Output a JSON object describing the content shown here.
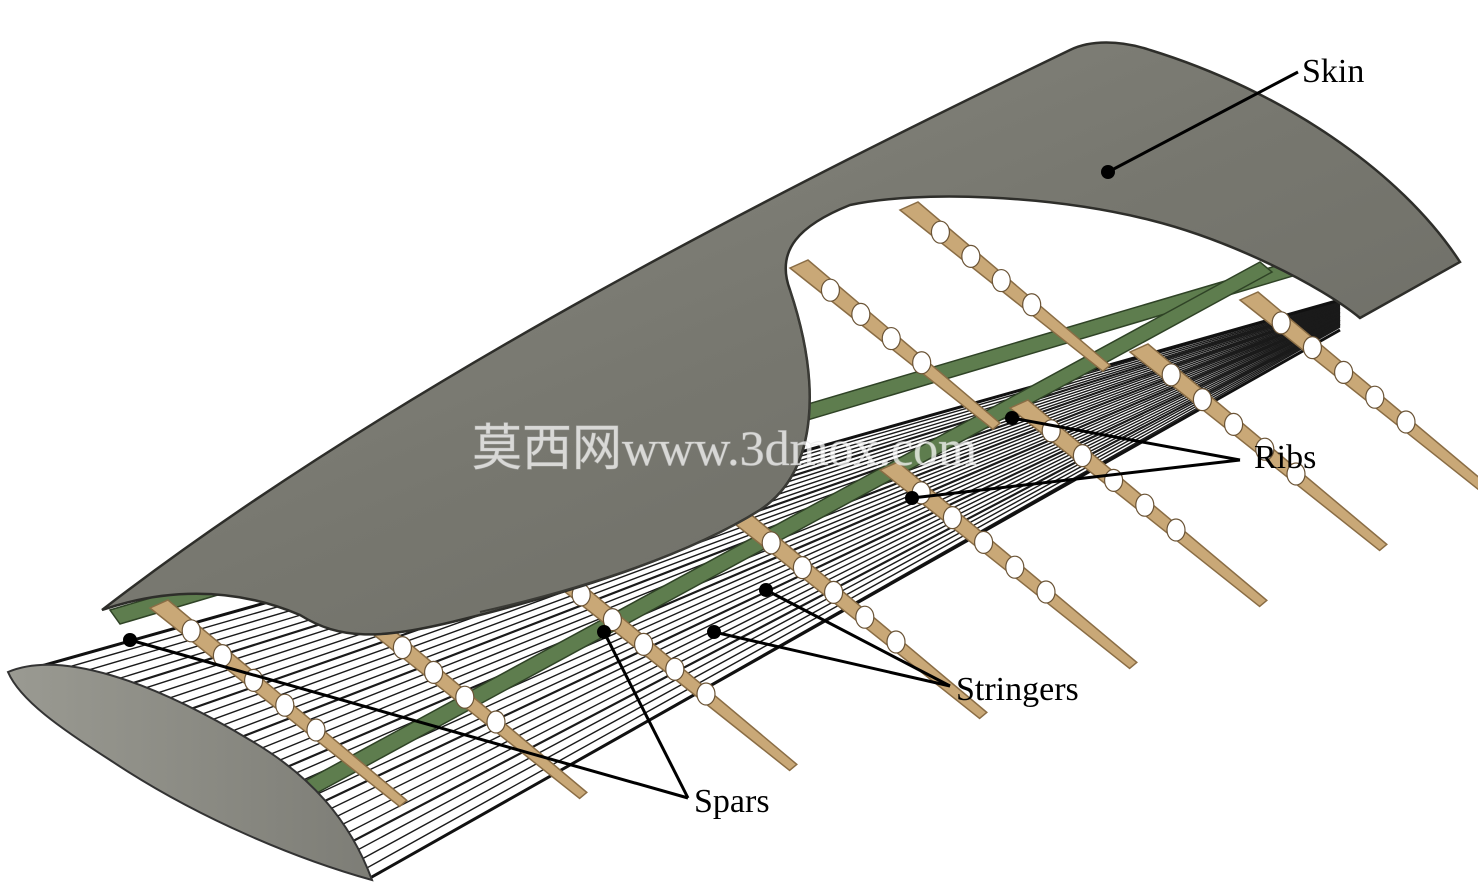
{
  "labels": {
    "skin": "Skin",
    "ribs": "Ribs",
    "stringers": "Stringers",
    "spars": "Spars"
  },
  "watermark": "莫西网www.3dmox.com",
  "colors": {
    "skin": "#7a7a72",
    "skin_dark": "#55554f",
    "rib": "#c9a877",
    "rib_edge": "#8a6d45",
    "spar": "#5e7d4e",
    "stringer": "#1a1a1a",
    "airfoil": "#8c8c84"
  }
}
